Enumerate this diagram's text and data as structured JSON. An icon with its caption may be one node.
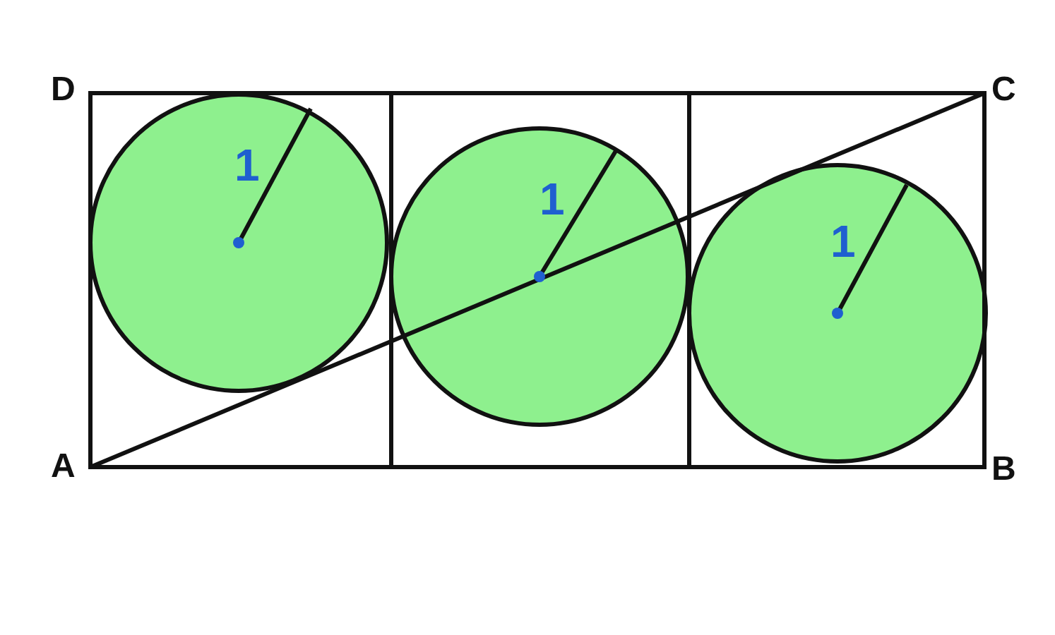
{
  "diagram": {
    "labels": [
      "D",
      "C",
      "1",
      "1",
      "1",
      "A",
      "B"
    ]
  }
}
